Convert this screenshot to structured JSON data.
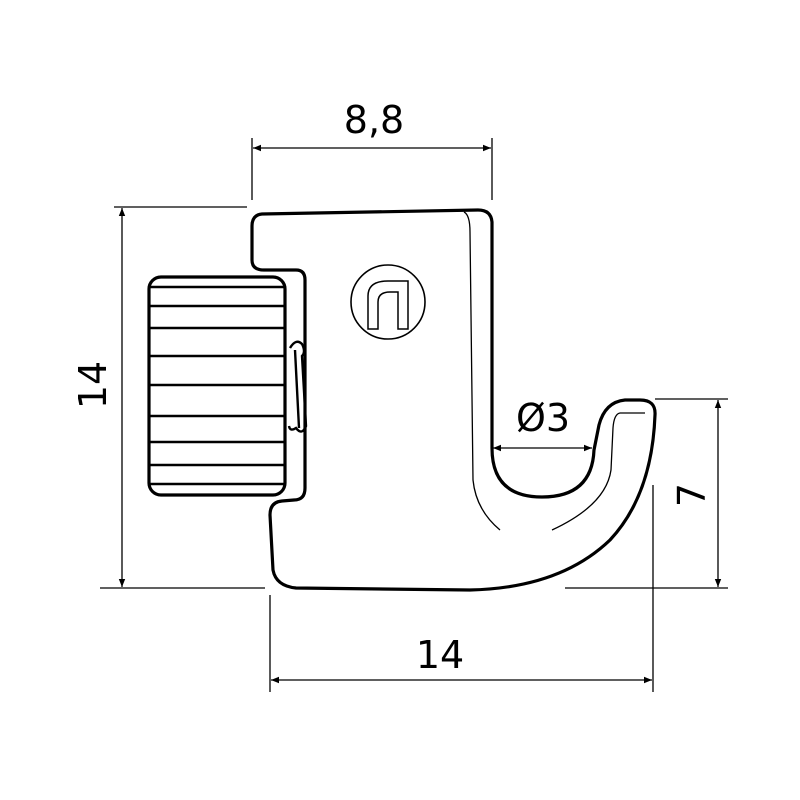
{
  "drawing": {
    "stroke_color": "#000000",
    "background_color": "#ffffff",
    "dimensions": {
      "top_width": "8,8",
      "left_height": "14",
      "bottom_width": "14",
      "right_height": "7",
      "hook_diameter": "Ø3"
    },
    "logo": "n"
  }
}
